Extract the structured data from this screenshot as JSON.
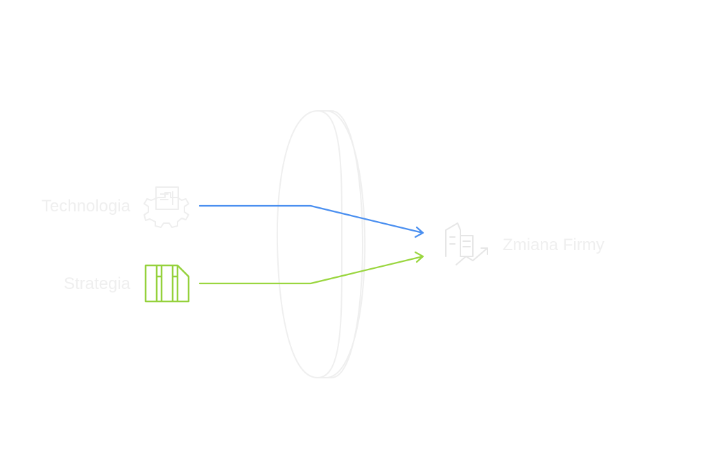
{
  "inputs": [
    {
      "label": "Technologia",
      "icon": "gear-document-icon",
      "color": "#eeeeee"
    },
    {
      "label": "Strategia",
      "icon": "document-columns-icon",
      "color": "#95d13c"
    }
  ],
  "output": {
    "label": "Zmiana Firmy",
    "icon": "building-growth-icon",
    "color": "#e6e6e6"
  },
  "lens": {
    "icon": "lens-icon",
    "color": "#efefef"
  },
  "arrows": [
    {
      "from": "Technologia",
      "to": "Zmiana Firmy",
      "color": "#4a8ff0"
    },
    {
      "from": "Strategia",
      "to": "Zmiana Firmy",
      "color": "#9ad63f"
    }
  ]
}
